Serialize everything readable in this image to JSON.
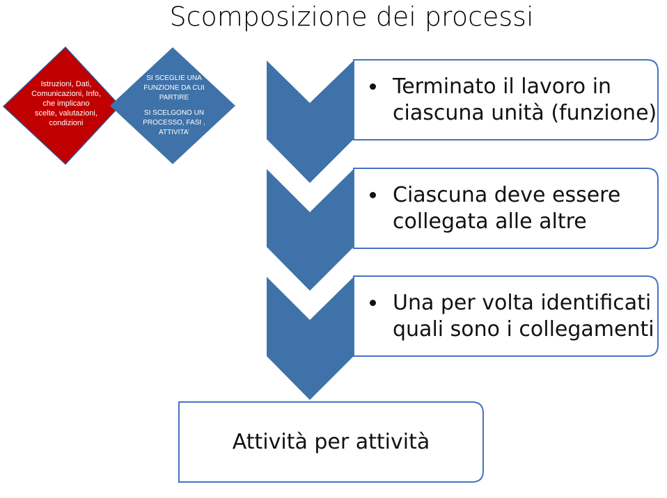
{
  "title": "Scomposizione dei processi",
  "diamonds": {
    "red": {
      "lines": [
        "Istruzioni, Dati,",
        "Comunicazioni, Info,",
        "che implicano",
        "scelte, valutazioni,",
        "condizioni"
      ],
      "color": "#c00000"
    },
    "blue": {
      "para1": [
        "SI SCEGLIE UNA",
        "FUNZIONE DA CUI",
        "PARTIRE"
      ],
      "para2": [
        "SI SCELGONO UN",
        "PROCESSO, FASI ,",
        "ATTIVITA’"
      ],
      "color": "#3f72a8"
    }
  },
  "steps": [
    {
      "lines": [
        "Terminato il lavoro in",
        "ciascuna unità (funzione)"
      ]
    },
    {
      "lines": [
        "Ciascuna deve essere",
        "collegata alle altre"
      ]
    },
    {
      "lines": [
        "Una per volta identificati",
        "quali sono i collegamenti"
      ]
    }
  ],
  "final": "Attività per attività",
  "colors": {
    "chevron": "#3f72a8",
    "border": "#4472c4"
  }
}
